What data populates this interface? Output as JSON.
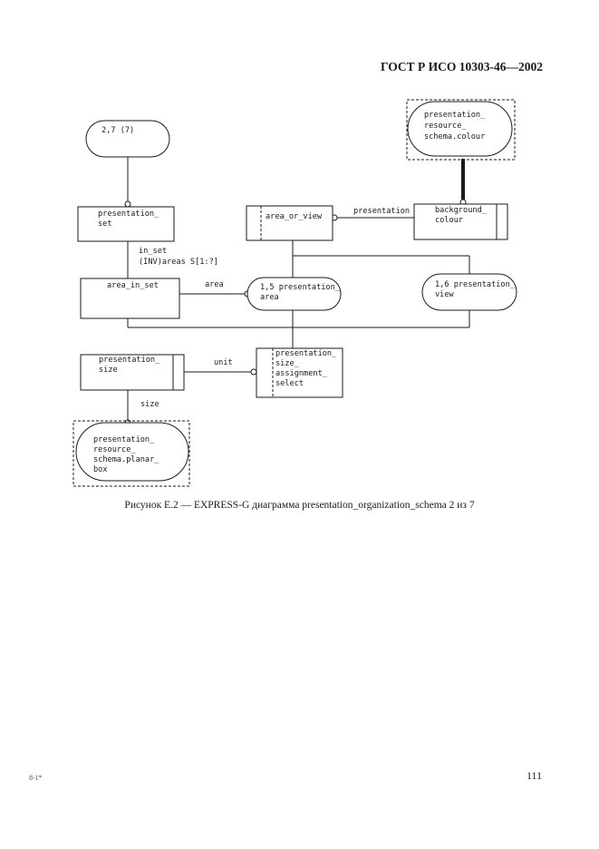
{
  "header": {
    "title": "ГОСТ Р ИСО 10303-46—2002"
  },
  "diagram": {
    "nodes": {
      "page_ref": [
        "2,7 (7)"
      ],
      "presentation_set": [
        "presentation_",
        "set"
      ],
      "area_in_set": [
        "area_in_set"
      ],
      "area_or_view": [
        "area_or_view"
      ],
      "background_colour": [
        "background_",
        "colour"
      ],
      "resource_colour": [
        "presentation_",
        "resource_",
        "schema.colour"
      ],
      "presentation_area": [
        "1,5 presentation_",
        "area"
      ],
      "presentation_view": [
        "1,6 presentation_",
        "view"
      ],
      "presentation_size": [
        "presentation_",
        "size"
      ],
      "size_assignment_select": [
        "presentation_",
        "size_",
        "assignment_",
        "select"
      ],
      "resource_planar_box": [
        "presentation_",
        "resource_",
        "schema.planar_",
        "box"
      ]
    },
    "labels": {
      "presentation": "presentation",
      "in_set": "in_set",
      "inv_areas": "(INV)areas S[1:?]",
      "area": "area",
      "unit": "unit",
      "size": "size"
    }
  },
  "caption": "Рисунок E.2 — EXPRESS-G диаграмма presentation_organization_schema 2 из 7",
  "footer": {
    "page_number": "111",
    "sheet_mark": "8-1*"
  }
}
